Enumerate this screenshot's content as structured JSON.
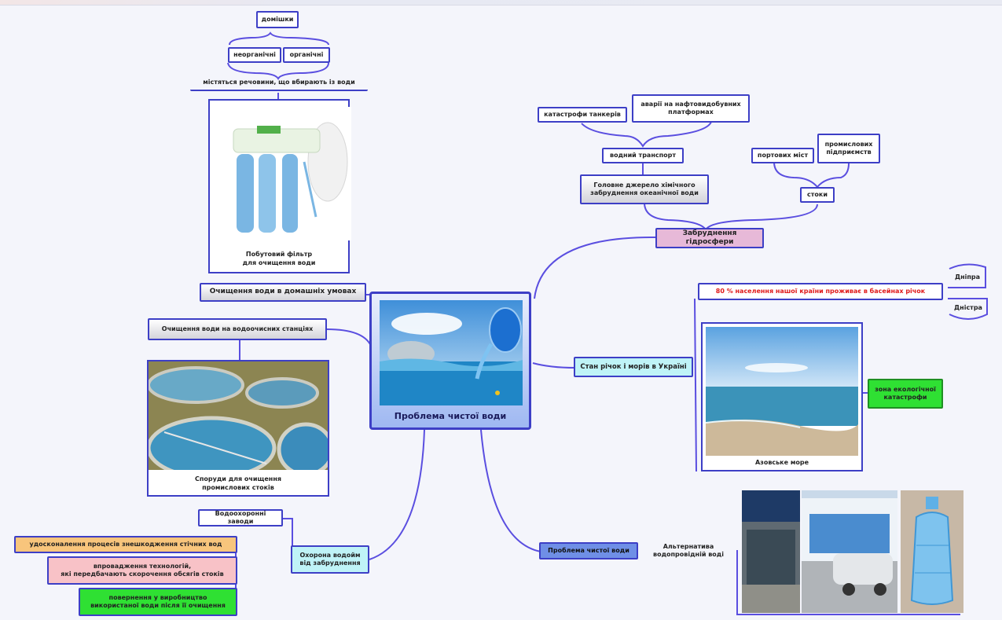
{
  "central": {
    "title": "Проблема чистої води"
  },
  "filter": {
    "impurities": "домішки",
    "inorganic": "неорганічні",
    "organic": "органічні",
    "contains": "містяться речовини, що вбирають із води",
    "caption": "Побутовий фільтр\nдля очищення води",
    "home_purification": "Очищення води в домашніх умовах"
  },
  "stations": {
    "title": "Очищення води на водоочисних станціях",
    "caption": "Споруди для очищення\nпромислових стоків"
  },
  "protection": {
    "title": "Охорона водойм\nвід забруднення",
    "plants": "Водоохоронні заводи",
    "items": [
      "удосконалення процесів знешкодження стічних вод",
      "впровадження технологій,\nякі передбачають скорочення обсягів стоків",
      "повернення у виробництво\nвикористаної води після її очищення"
    ]
  },
  "pollution": {
    "title": "Забруднення гідросфери",
    "main_source": "Головне джерело хімічного\nзабруднення океанічної води",
    "water_transport": "водний транспорт",
    "tanker": "катастрофи танкерів",
    "platforms": "аварії на нафтовидобувних\nплатформах",
    "runoff": "стоки",
    "port_cities": "портових міст",
    "industrial": "промислових\nпідприємств"
  },
  "rivers": {
    "title": "Стан річок і морів в Україні",
    "population": "80 % населення нашої країни проживає в басейнах річок",
    "dnipro": "Дніпра",
    "dnister": "Дністра",
    "caption": "Азовське море",
    "ecocatastrophe": "зона екологічної\nкатастрофи"
  },
  "alternative": {
    "title": "Проблема чистої води",
    "label": "Альтернатива\nводопровідній воді"
  },
  "colors": {
    "border": "#3d3fc6",
    "link": "#5a4ee0",
    "red_text": "#e01a1a",
    "green": "#2fe033"
  }
}
